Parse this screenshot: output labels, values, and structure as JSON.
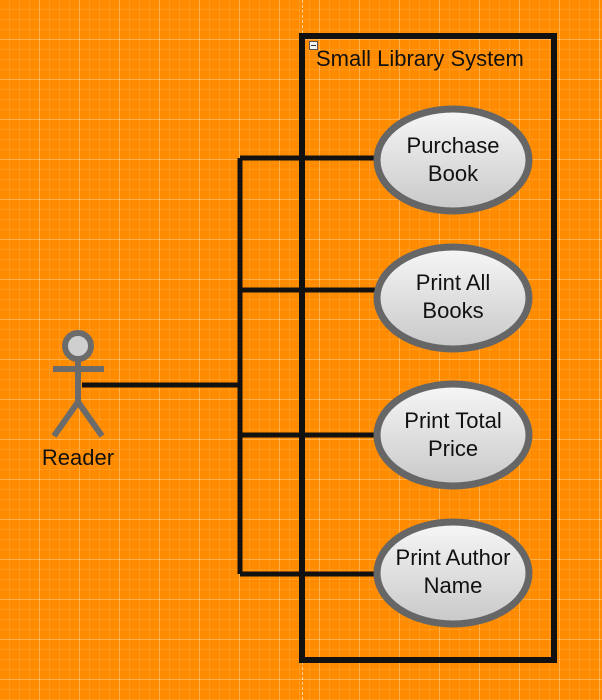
{
  "diagram": {
    "system": {
      "title": "Small Library System"
    },
    "actor": {
      "label": "Reader"
    },
    "use_cases": [
      {
        "label": "Purchase\nBook"
      },
      {
        "label": "Print All\nBooks"
      },
      {
        "label": "Print Total\nPrice"
      },
      {
        "label": "Print Author\nName"
      }
    ],
    "colors": {
      "background": "#ff8c00",
      "line": "#111111",
      "usecase_border": "#666666",
      "usecase_fill_light": "#f5f5f5",
      "usecase_fill_dark": "#cfcfcf",
      "actor": "#6b6b6b"
    }
  }
}
